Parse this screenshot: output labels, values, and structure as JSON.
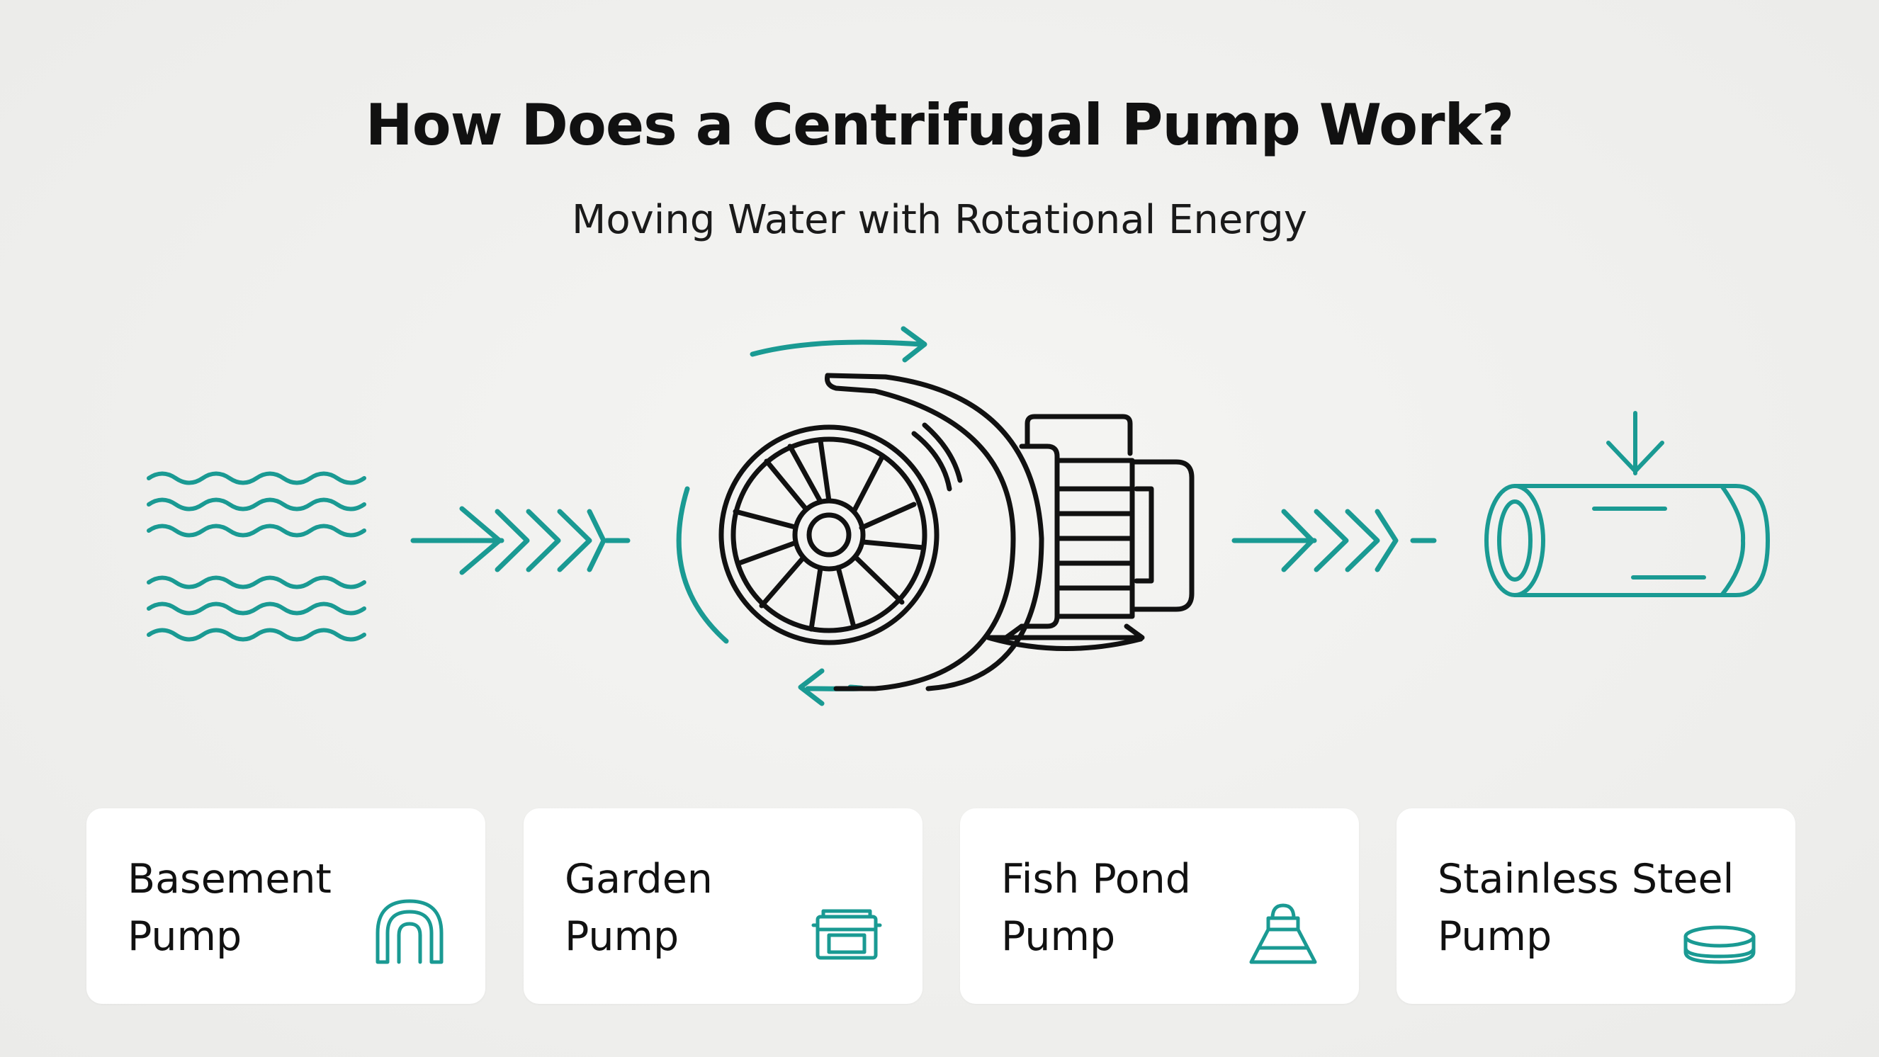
{
  "title": "How Does a Centrifugal Pump Work?",
  "subtitle": "Moving Water with Rotational Energy",
  "colors": {
    "accent": "#1a9a93",
    "outline": "#111111",
    "background": "#efefed",
    "card": "#ffffff"
  },
  "diagram": {
    "source_icon": "water-waves-icon",
    "flow_in_icon": "chevron-arrows-icon",
    "pump_icon": "centrifugal-pump-icon",
    "rotation_icon": "rotation-arrows-icon",
    "flow_out_icon": "chevron-arrows-icon",
    "outlet_icon": "pipe-icon"
  },
  "cards": [
    {
      "line1": "Basement",
      "line2": "Pump",
      "icon": "arch-icon"
    },
    {
      "line1": "Garden",
      "line2": "Pump",
      "icon": "planter-box-icon"
    },
    {
      "line1": "Fish Pond",
      "line2": "Pump",
      "icon": "pond-fountain-icon"
    },
    {
      "line1": "Stainless Steel",
      "line2": "Pump",
      "icon": "steel-disc-icon"
    }
  ]
}
